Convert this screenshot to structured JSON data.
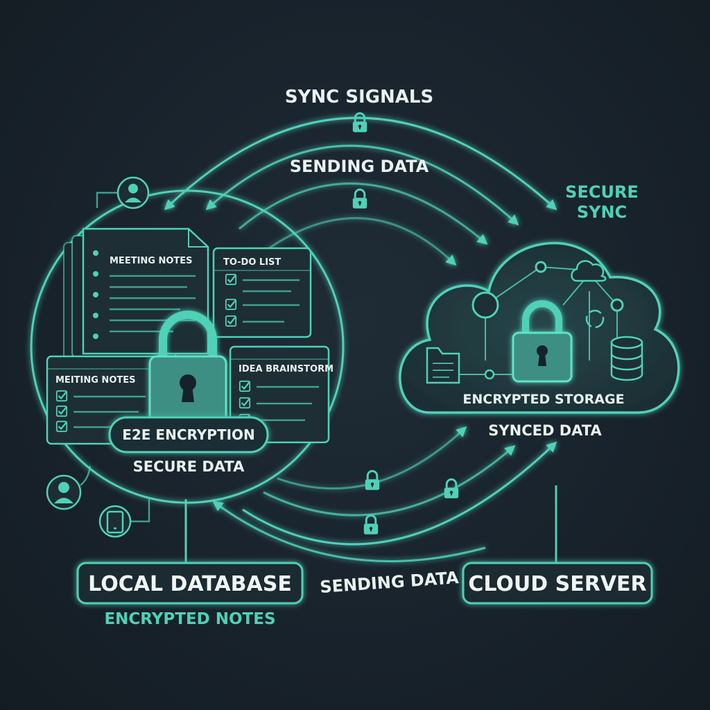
{
  "labels": {
    "sync_signals": "SYNC SIGNALS",
    "sending_data_top": "SENDING DATA",
    "secure_sync_line1": "SECURE",
    "secure_sync_line2": "SYNC",
    "encrypted_storage": "ENCRYPTED STORAGE",
    "synced_data": "SYNCED DATA",
    "secure_data": "SECURE DATA",
    "sending_data_bottom": "SENDING DATA",
    "encrypted_notes": "ENCRYPTED NOTES"
  },
  "badges": {
    "e2e_encryption": "E2E ENCRYPTION",
    "local_database": "LOCAL DATABASE",
    "cloud_server": "CLOUD SERVER"
  },
  "documents": {
    "meeting_notes_back": "MEETING NOTES",
    "todo_list": "TO-DO LIST",
    "meeting_notes_front": "MEITING NOTES",
    "idea_brainstorm": "IDEA BRAINSTORM"
  },
  "icons": {
    "padlock": "lock-icon",
    "user": "user-icon",
    "tablet": "tablet-icon",
    "cloud": "cloud-icon",
    "database": "database-icon",
    "folder": "folder-icon",
    "checkbox": "checkbox-icon"
  },
  "colors": {
    "background": "#18222b",
    "accent": "#4fd1b8",
    "accent_dim": "#2f8f80",
    "text_light": "#e8f2f0",
    "panel": "#1d2d33"
  }
}
